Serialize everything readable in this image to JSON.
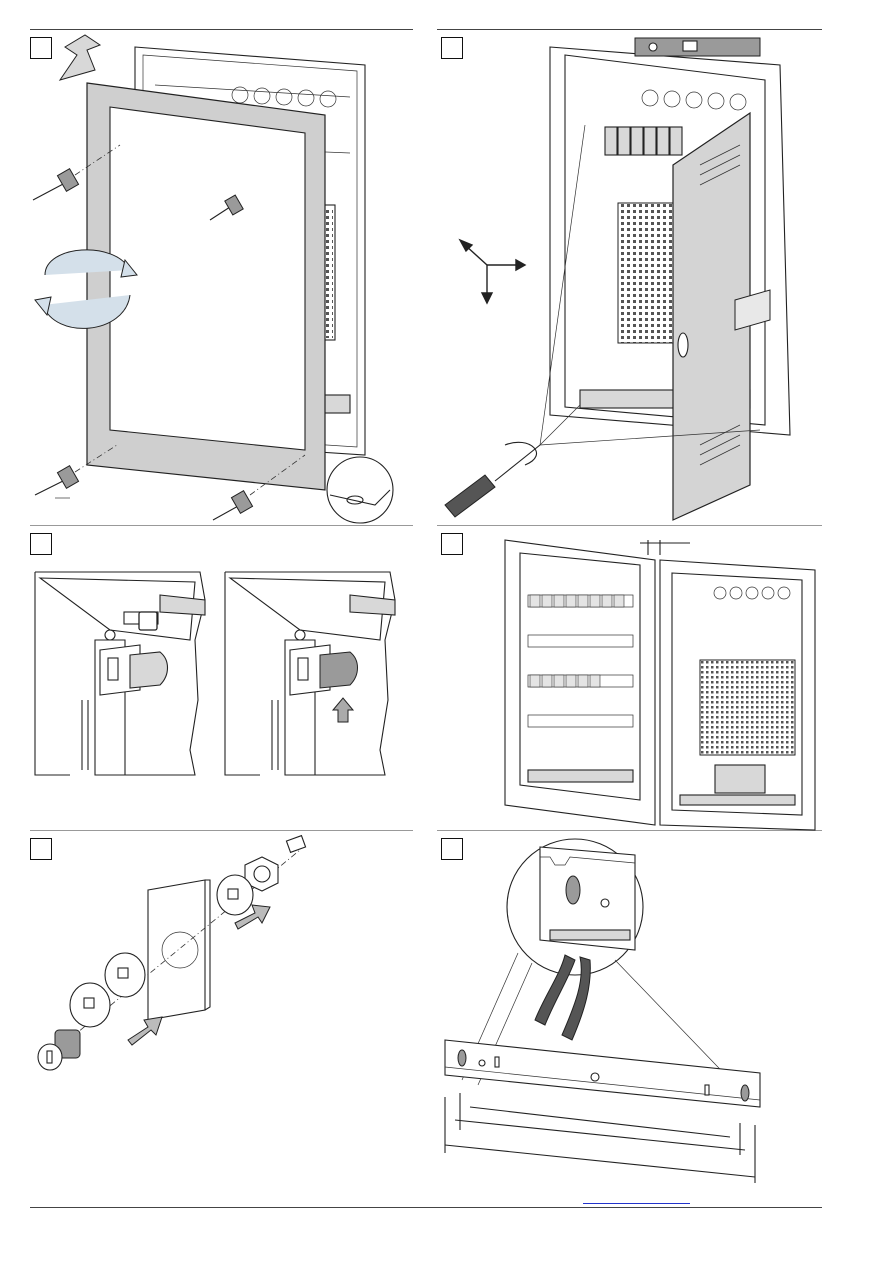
{
  "document": {
    "type": "installation-instructions-sheet",
    "steps": [
      {
        "id": "step-1",
        "content": "frame-mounting-screws-and-reversal"
      },
      {
        "id": "step-2",
        "content": "level-and-door-hinge-adjustment"
      },
      {
        "id": "step-3",
        "content": "hinge-latch-detail-two-views"
      },
      {
        "id": "step-4",
        "content": "two-enclosures-side-by-side"
      },
      {
        "id": "step-5",
        "content": "lock-cylinder-assembly"
      },
      {
        "id": "step-6",
        "content": "mounting-rail-cut-with-pliers"
      }
    ],
    "footer": {
      "link_text": ""
    }
  },
  "colors": {
    "line": "#222222",
    "fill_light": "#d8d8d8",
    "fill_mid": "#9a9a9a",
    "link": "#2233cc"
  }
}
